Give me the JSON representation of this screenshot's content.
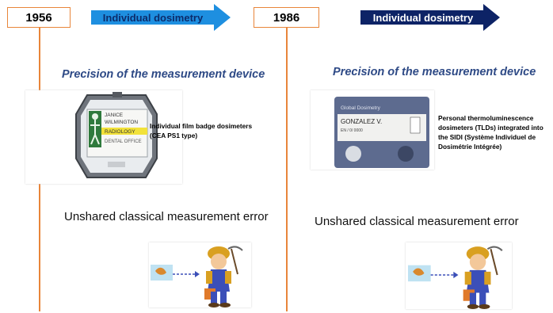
{
  "timeline": [
    {
      "year": "1956",
      "arrow_label": "Individual dosimetry",
      "arrow_color": "#1e8fe0",
      "arrow_text_color": "#0c2c6b",
      "heading": "Precision of the measurement device",
      "device_caption": [
        "Individual film badge dosimeters",
        "(CEA PS1 type)"
      ],
      "badge_text": [
        "JANICE",
        "WILMINGTON",
        "RADIOLOGY",
        "DENTAL OFFICE"
      ],
      "error_label": "Unshared classical measurement error"
    },
    {
      "year": "1986",
      "arrow_label": "Individual dosimetry",
      "arrow_color": "#0d2366",
      "arrow_text_color": "#ffffff",
      "heading": "Precision of the measurement device",
      "device_caption": [
        "Personal thermoluminescence",
        "dosimeters (TLDs) integrated into",
        "the SIDI (Système Individuel de",
        "Dosimétrie Intégrée)"
      ],
      "badge_text": [
        "Global Dosimetry",
        "GONZALEZ V.",
        "EN / 0/ 0000"
      ],
      "error_label": "Unshared classical measurement error"
    }
  ],
  "colors": {
    "timeline_line": "#e8853a",
    "heading": "#2e4a86"
  }
}
